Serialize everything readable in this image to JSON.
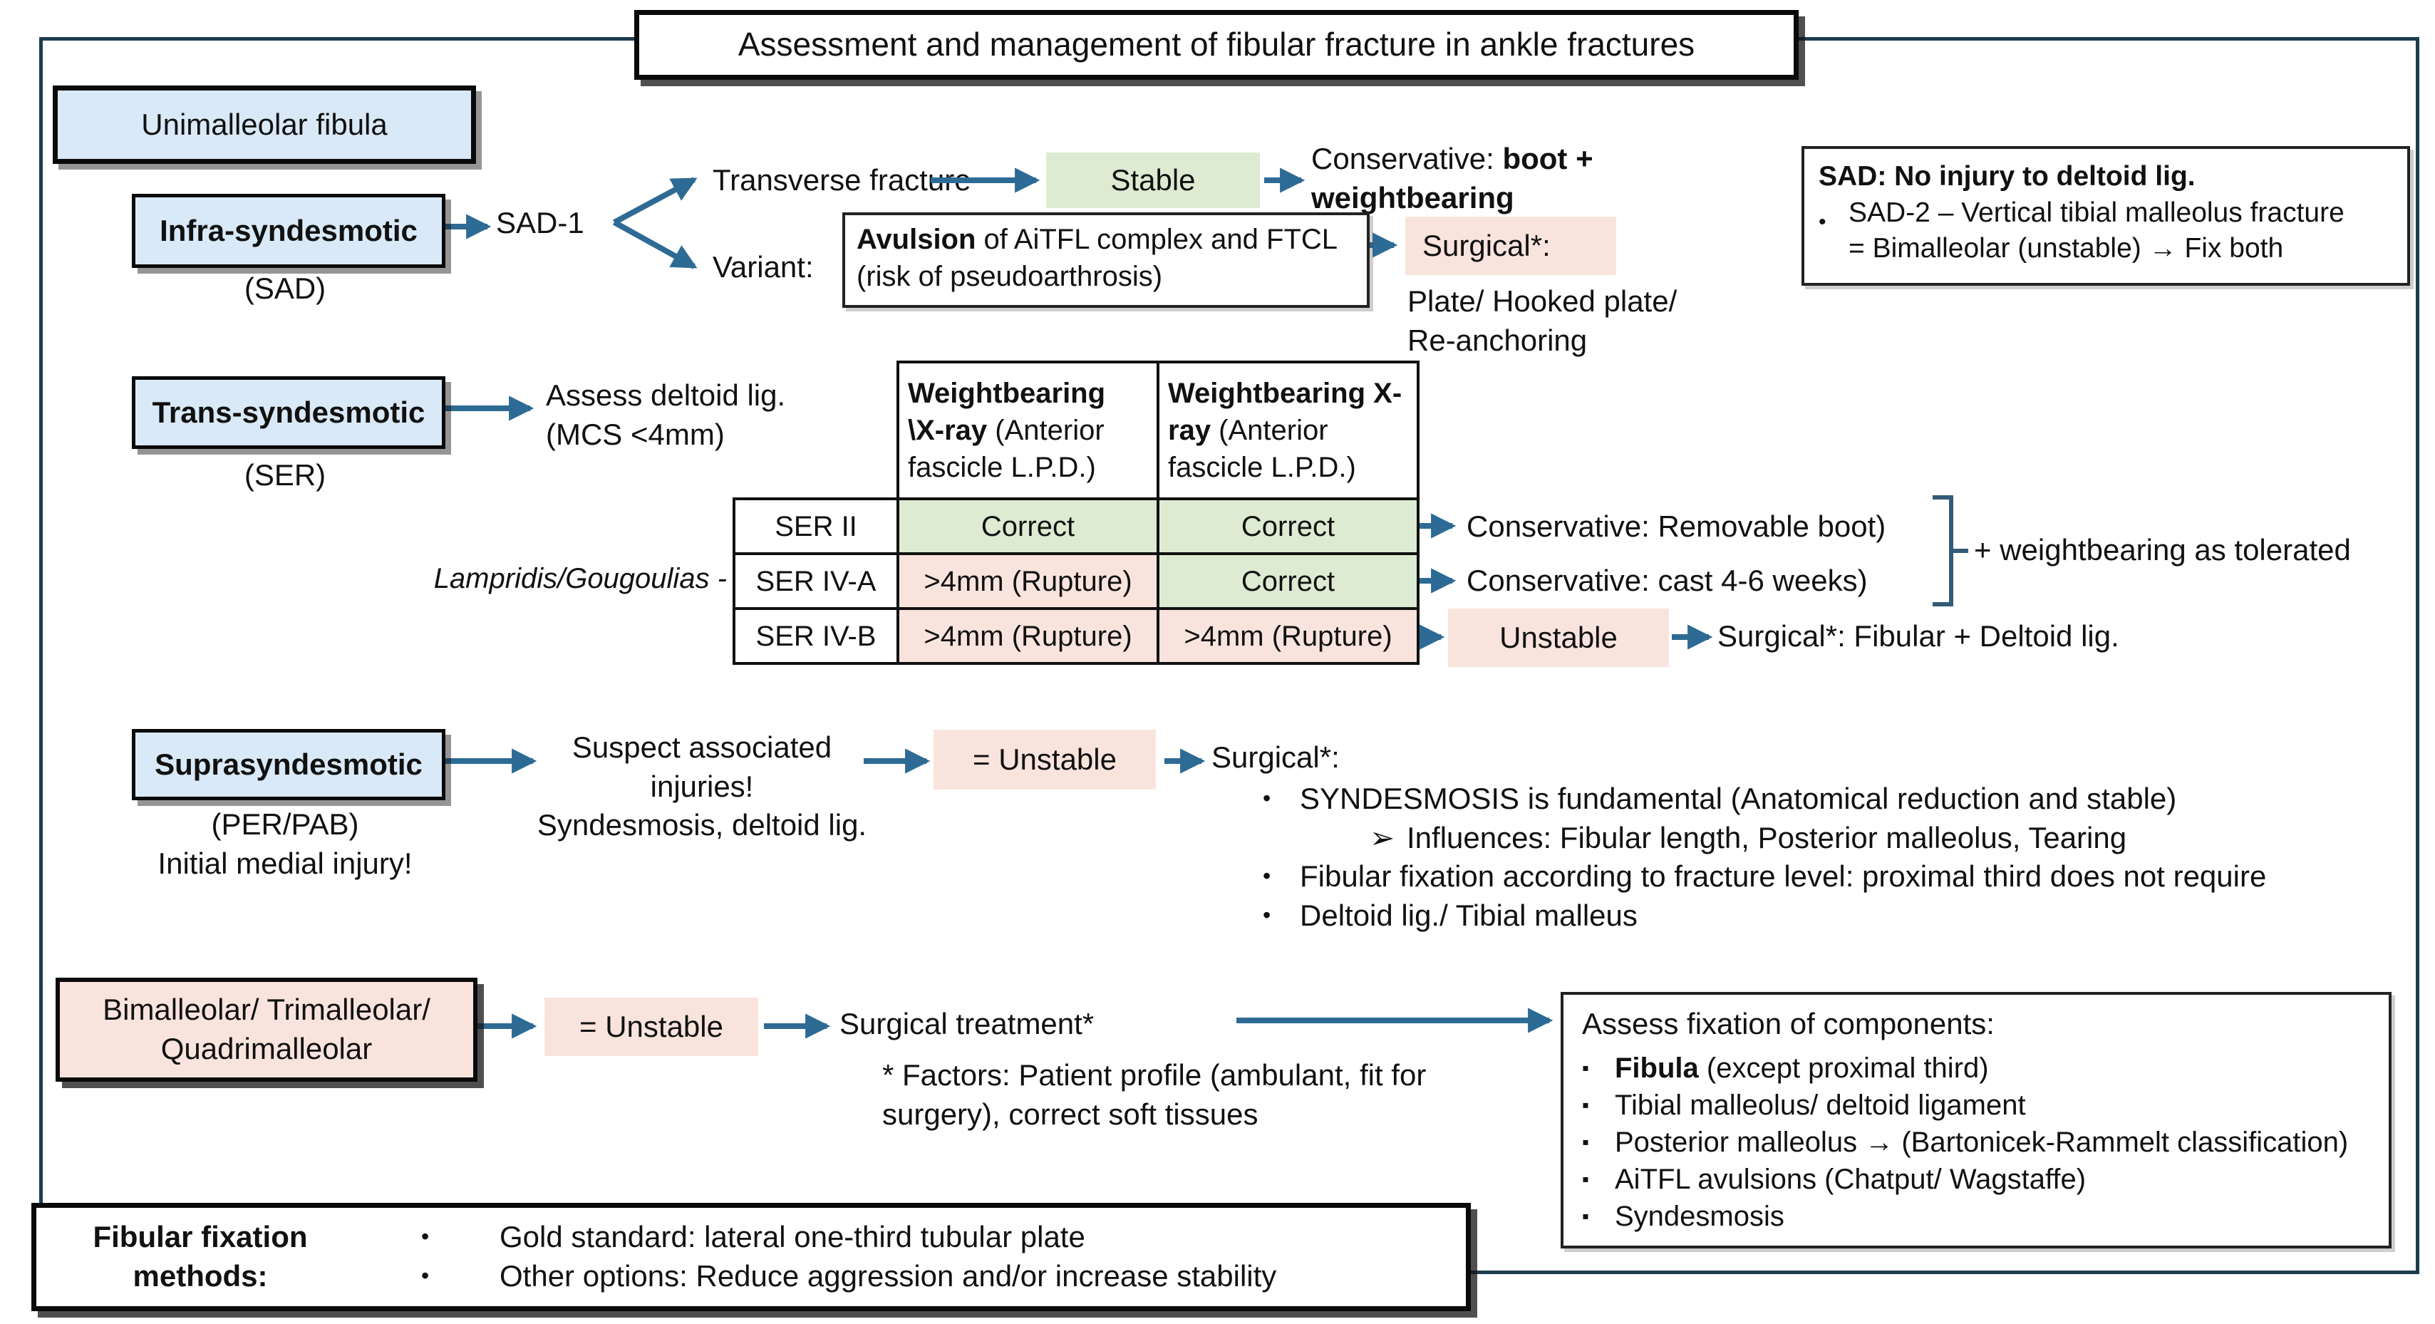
{
  "title": "Assessment and management of fibular fracture in ankle fractures",
  "colors": {
    "arrow_blue": "#2d6b94",
    "light_blue_fill": "#d9e9f7",
    "green_fill": "#dcebd1",
    "pink_fill": "#f9e4dd",
    "outer_border": "#1d3d4f",
    "box_border": "#0a0a0a"
  },
  "glyphs": {
    "bullet": "•",
    "square_bullet": "▪",
    "arrow_bullet": "➢"
  },
  "unimalleolar": {
    "label": "Unimalleolar fibula"
  },
  "infra": {
    "label": "Infra-syndesmotic",
    "sublabel": "(SAD)",
    "node": "SAD-1",
    "transverse": "Transverse fracture",
    "stable": "Stable",
    "conservative_prefix": "Conservative: ",
    "conservative_bold_1": "boot +",
    "conservative_bold_2": "weightbearing",
    "variant": "Variant:",
    "avulsion_bold": "Avulsion",
    "avulsion_rest": " of AiTFL complex and FTCL",
    "avulsion_line2": "(risk of pseudoarthrosis)",
    "surgical": "Surgical*:",
    "options_line1": "Plate/ Hooked plate/",
    "options_line2": "Re-anchoring"
  },
  "sad_note": {
    "heading": "SAD: No injury to deltoid lig.",
    "bullet_line1": "SAD-2 – Vertical tibial malleolus fracture",
    "bullet_line2": "= Bimalleolar (unstable) → Fix both"
  },
  "trans": {
    "label": "Trans-syndesmotic",
    "sublabel": "(SER)",
    "assess_line1": "Assess deltoid lig.",
    "assess_line2": "(MCS <4mm)",
    "source": "Lampridis/Gougoulias -",
    "table": {
      "header_bold_1": "Weightbearing \\X-ray",
      "header_rest_1": " (Anterior fascicle L.P.D.)",
      "header_bold_2": "Weightbearing X-ray",
      "header_rest_2": " (Anterior fascicle L.P.D.)",
      "rows": [
        {
          "label": "SER II",
          "c1": "Correct",
          "c2": "Correct"
        },
        {
          "label": "SER IV-A",
          "c1": ">4mm (Rupture)",
          "c2": "Correct"
        },
        {
          "label": "SER IV-B",
          "c1": ">4mm (Rupture)",
          "c2": ">4mm (Rupture)"
        }
      ]
    },
    "outcome_1": "Conservative: Removable boot)",
    "outcome_2": "Conservative: cast 4-6 weeks)",
    "bracket_note": "+ weightbearing as tolerated",
    "unstable": "Unstable",
    "outcome_3": "Surgical*: Fibular + Deltoid lig."
  },
  "supra": {
    "label": "Suprasyndesmotic",
    "sublabel_1": "(PER/PAB)",
    "sublabel_2": "Initial medial injury!",
    "suspect_line1": "Suspect associated",
    "suspect_line2": "injuries!",
    "suspect_line3": "Syndesmosis, deltoid lig.",
    "unstable": "= Unstable",
    "surgical": "Surgical*:",
    "bullet_1": "SYNDESMOSIS is fundamental (Anatomical reduction and stable)",
    "sub_bullet": "Influences: Fibular length, Posterior malleolus, Tearing",
    "bullet_2": "Fibular fixation according to fracture level: proximal third does not require",
    "bullet_3": "Deltoid lig./ Tibial malleus"
  },
  "multi": {
    "label_line1": "Bimalleolar/ Trimalleolar/",
    "label_line2": "Quadrimalleolar",
    "unstable": "= Unstable",
    "treatment": "Surgical treatment*",
    "factors_line1": "* Factors: Patient profile (ambulant, fit for",
    "factors_line2": "surgery), correct soft tissues"
  },
  "assess_box": {
    "heading": "Assess fixation of components:",
    "item_1_bold": "Fibula",
    "item_1_rest": " (except proximal third)",
    "item_2": "Tibial malleolus/ deltoid ligament",
    "item_3": "Posterior malleolus → (Bartonicek-Rammelt classification)",
    "item_4": "AiTFL avulsions (Chatput/ Wagstaffe)",
    "item_5": "Syndesmosis"
  },
  "fixation_methods": {
    "heading_line1": "Fibular fixation",
    "heading_line2": "methods:",
    "bullet_1": "Gold standard: lateral one-third tubular plate",
    "bullet_2": "Other options: Reduce aggression and/or increase stability"
  }
}
